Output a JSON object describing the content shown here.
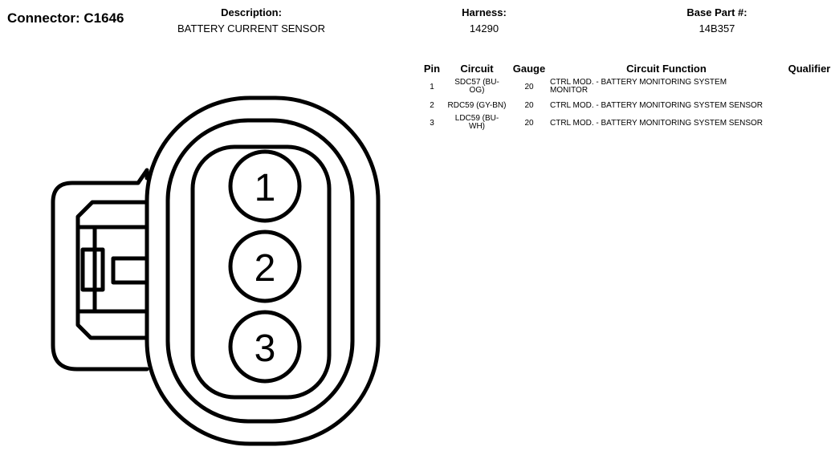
{
  "header": {
    "connector_title": "Connector: C1646",
    "description_label": "Description:",
    "description_value": "BATTERY CURRENT SENSOR",
    "harness_label": "Harness:",
    "harness_value": "14290",
    "base_part_label": "Base Part #:",
    "base_part_value": "14B357"
  },
  "table": {
    "columns": {
      "pin": "Pin",
      "circuit": "Circuit",
      "gauge": "Gauge",
      "function": "Circuit Function",
      "qualifier": "Qualifier"
    },
    "rows": [
      {
        "pin": "1",
        "circuit": "SDC57 (BU-OG)",
        "gauge": "20",
        "function": "CTRL MOD. - BATTERY MONITORING SYSTEM MONITOR",
        "qualifier": ""
      },
      {
        "pin": "2",
        "circuit": "RDC59 (GY-BN)",
        "gauge": "20",
        "function": "CTRL MOD. - BATTERY MONITORING SYSTEM SENSOR",
        "qualifier": ""
      },
      {
        "pin": "3",
        "circuit": "LDC59 (BU-WH)",
        "gauge": "20",
        "function": "CTRL MOD. - BATTERY MONITORING SYSTEM SENSOR",
        "qualifier": ""
      }
    ]
  },
  "connector": {
    "pin_labels": [
      "1",
      "2",
      "3"
    ]
  }
}
